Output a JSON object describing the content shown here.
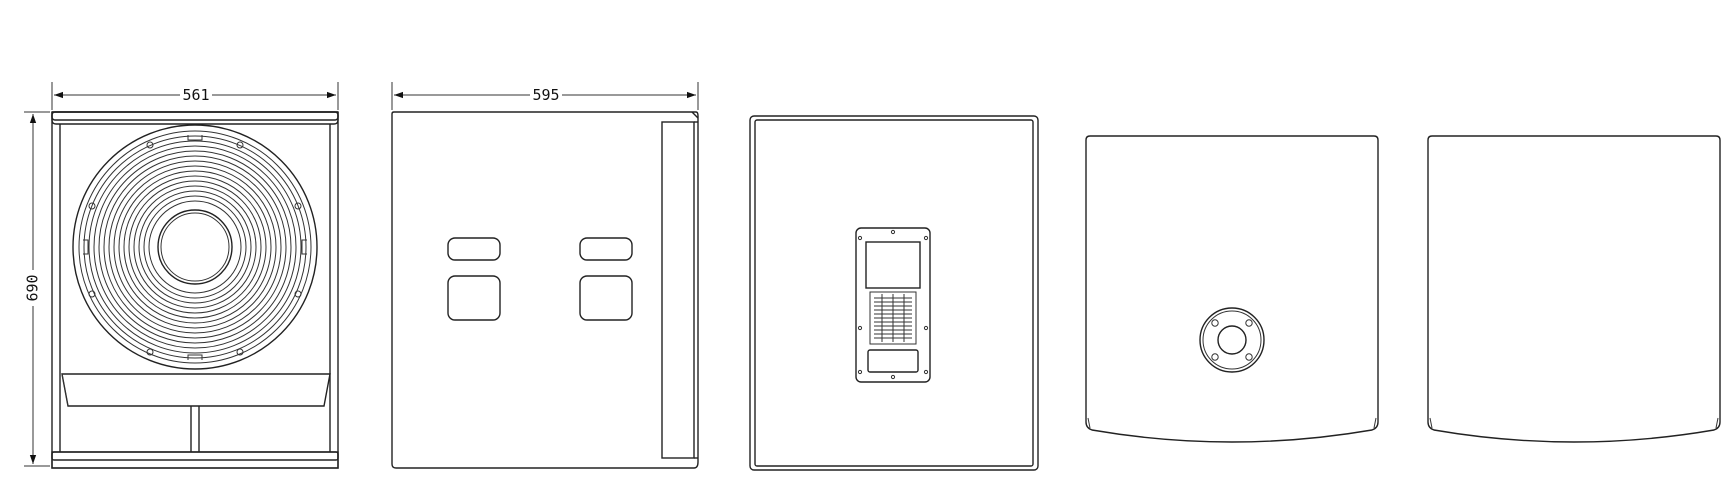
{
  "dimensions": {
    "front_width": "561",
    "side_depth": "595",
    "front_height": "690"
  },
  "colors": {
    "line": "#222222",
    "background": "#ffffff"
  }
}
